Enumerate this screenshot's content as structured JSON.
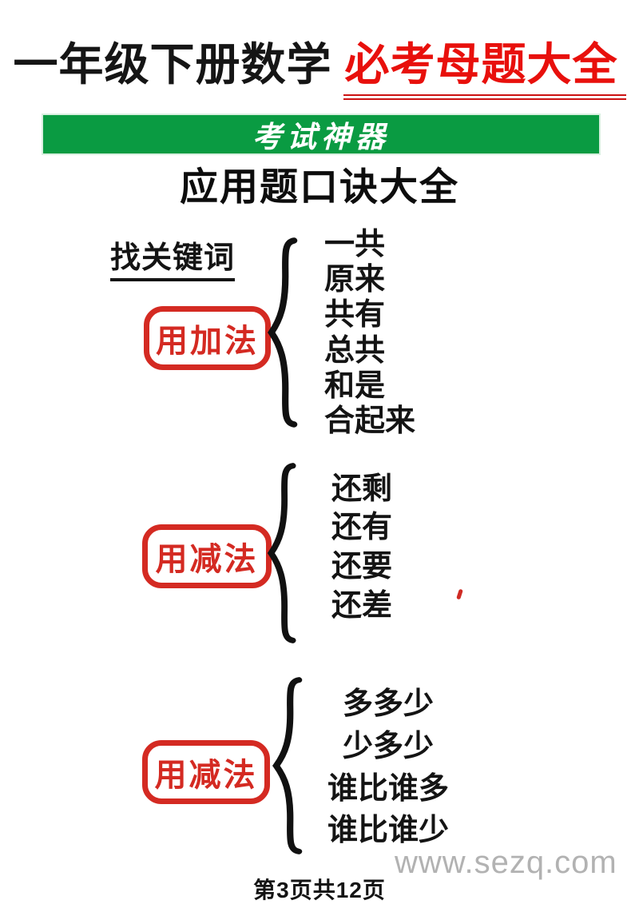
{
  "header": {
    "title_black": "一年级下册数学",
    "title_red": "必考母题大全",
    "banner": "考试神器",
    "heading": "应用题口诀大全"
  },
  "sections": {
    "keyword_label": "找关键词"
  },
  "groups": [
    {
      "label": "用加法",
      "items": [
        "一共",
        "原来",
        "共有",
        "总共",
        "和是",
        "合起来"
      ]
    },
    {
      "label": "用减法",
      "items": [
        "还剩",
        "还有",
        "还要",
        "还差"
      ]
    },
    {
      "label": "用减法",
      "items": [
        "多多少",
        "少多少",
        "谁比谁多",
        "谁比谁少"
      ]
    }
  ],
  "footer": {
    "page_info": "第3页共12页",
    "watermark": "www.sezq.com"
  },
  "colors": {
    "accent_red": "#d42a22",
    "title_red": "#e8100c",
    "banner_green": "#0a9b42",
    "watermark_gray": "#b2b2b2"
  }
}
